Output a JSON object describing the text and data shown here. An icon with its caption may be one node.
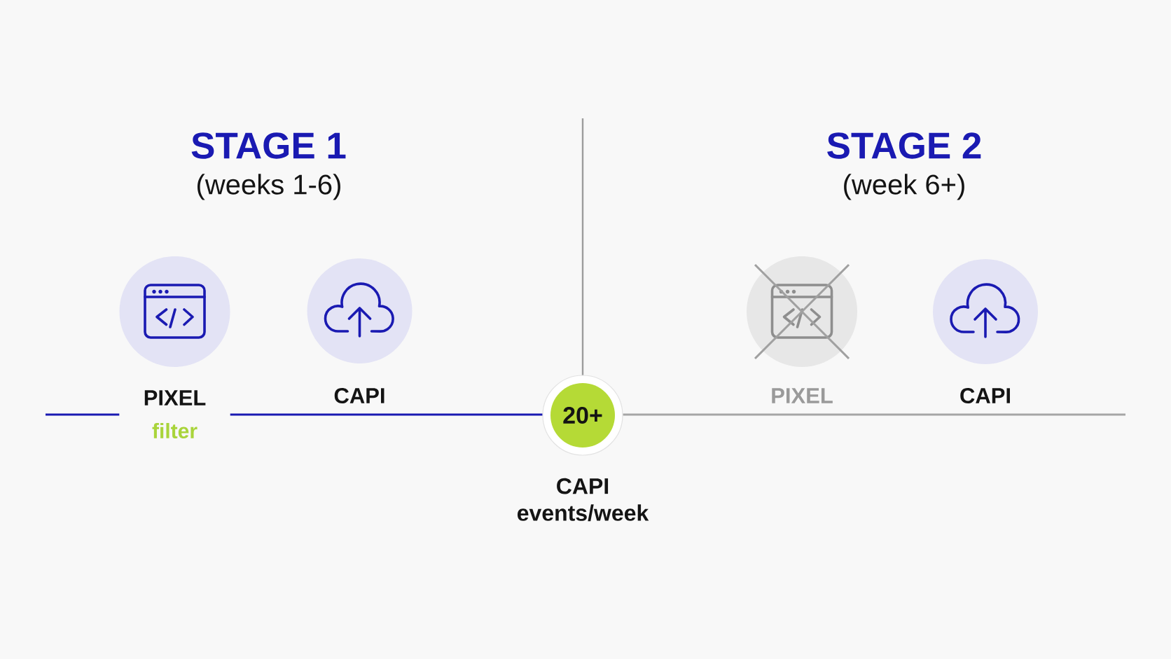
{
  "diagram": {
    "nodes": [
      {
        "text": [
          "PIXEL"
        ],
        "beside": [
          "filter"
        ]
      },
      {
        "text": [
          "CAPI"
        ]
      },
      {
        "text": [
          "20+"
        ],
        "beside": [
          "CAPI events/week"
        ]
      },
      {
        "text": [
          "PIXEL"
        ]
      },
      {
        "text": [
          "CAPI"
        ]
      }
    ],
    "edges": [
      {
        "from": null,
        "to": 2,
        "arrow": "none"
      },
      {
        "from": 2,
        "to": null,
        "arrow": "none",
        "color": "#a6a6a6"
      }
    ],
    "labels": [
      "STAGE 1",
      "(weeks 1-6)",
      "STAGE 2",
      "(week 6+)"
    ]
  }
}
